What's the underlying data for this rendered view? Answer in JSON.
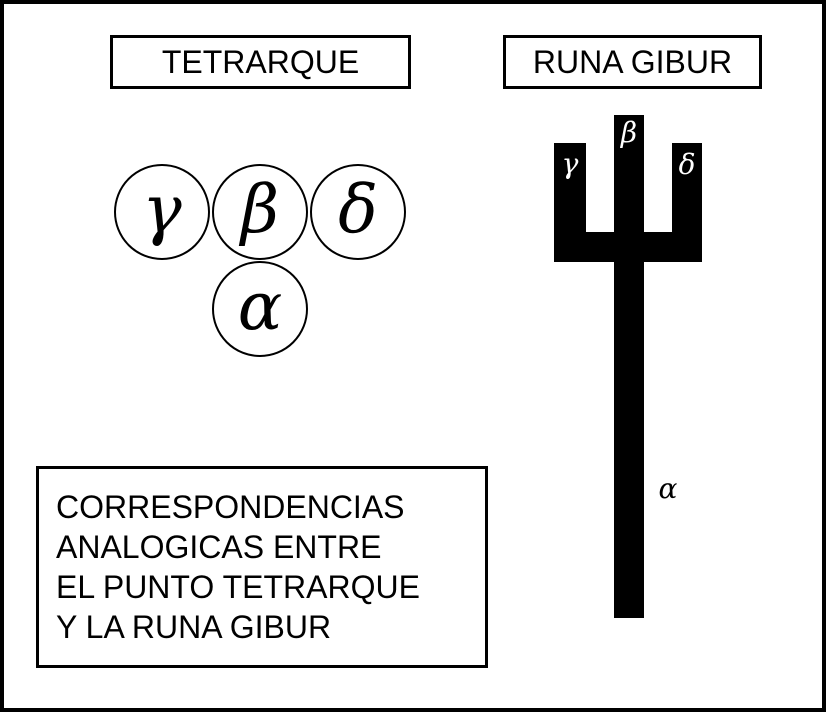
{
  "titles": {
    "tetrarque": "TETRARQUE",
    "runa": "RUNA GIBUR"
  },
  "tetrarque_symbols": {
    "gamma": "γ",
    "beta": "β",
    "delta": "δ",
    "alpha": "α"
  },
  "rune_labels": {
    "gamma": "γ",
    "beta": "β",
    "delta": "δ",
    "alpha": "α"
  },
  "description": {
    "lines": [
      "CORRESPONDENCIAS",
      "ANALOGICAS ENTRE",
      "EL PUNTO TETRARQUE",
      "Y LA RUNA GIBUR"
    ]
  },
  "colors": {
    "ink": "#000000",
    "paper": "#ffffff"
  }
}
